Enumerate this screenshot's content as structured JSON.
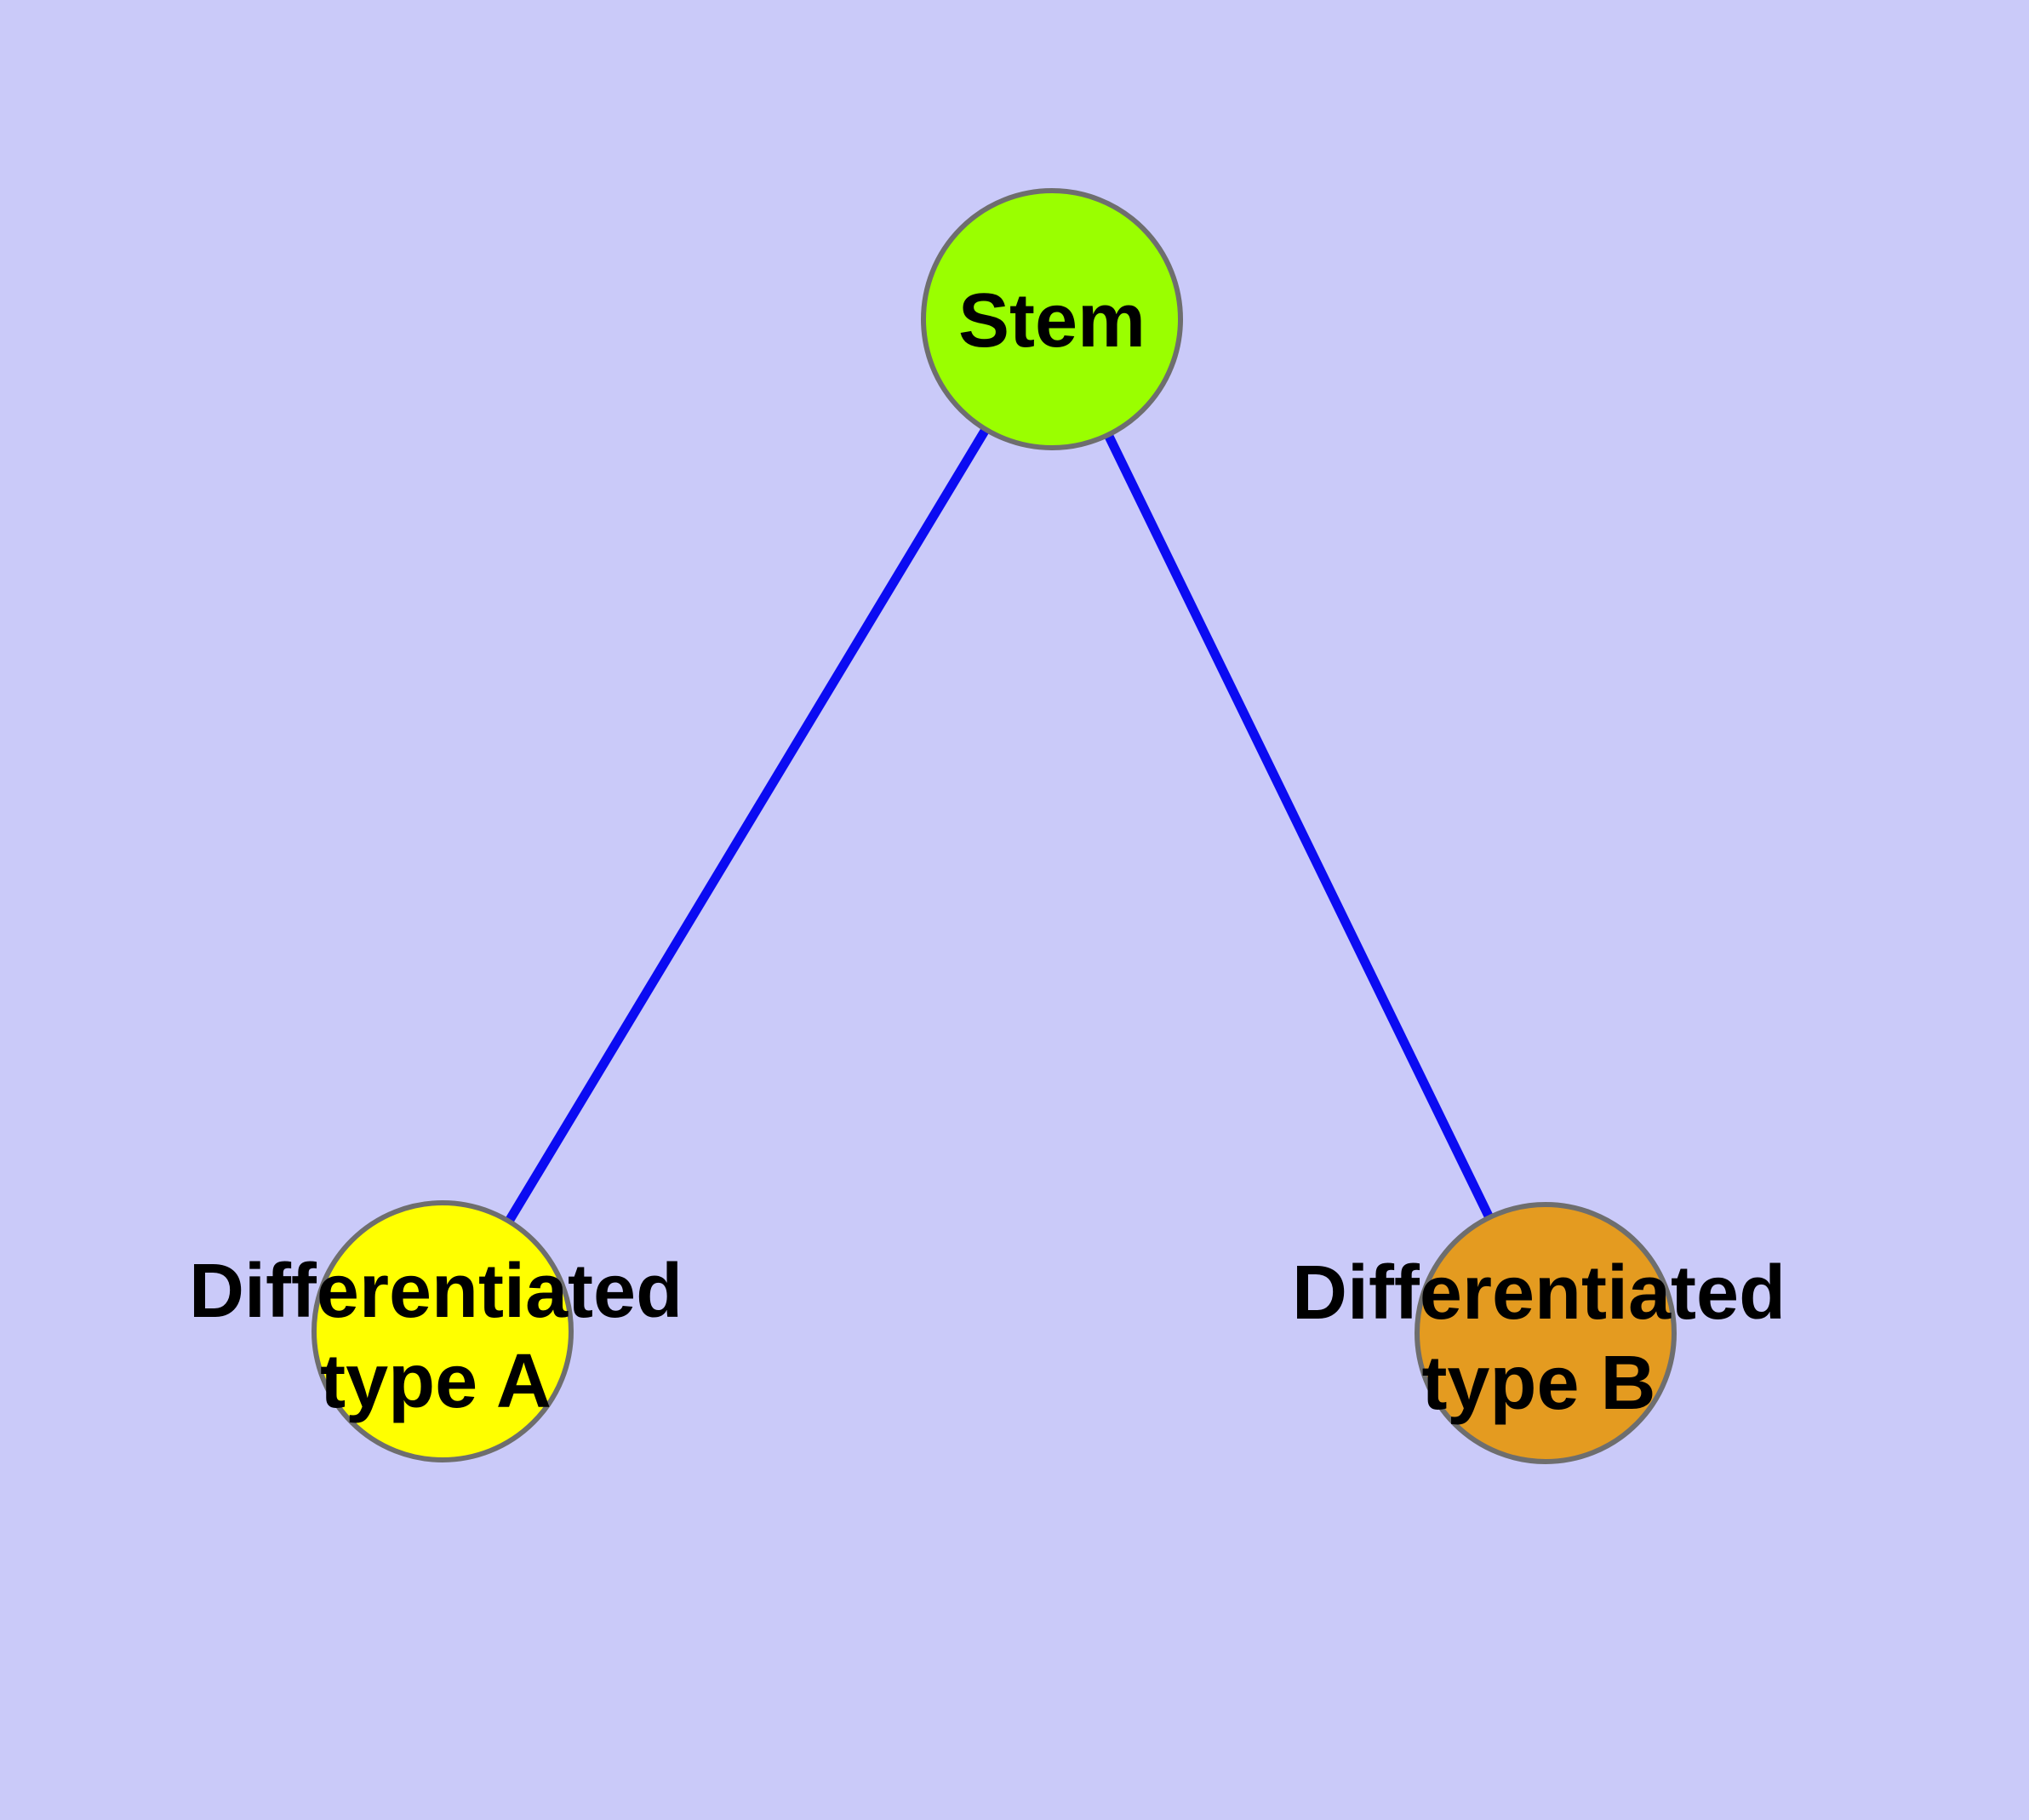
{
  "diagram": {
    "background_color": "#cacaf9",
    "text_color": "#000000",
    "node_border_color": "#6e6e6e",
    "edge_color": "#0b0bf2",
    "nodes": {
      "stem": {
        "label": "Stem",
        "color": "#9aff00"
      },
      "type_a": {
        "label": "Differentiated\ntype A",
        "color": "#ffff00"
      },
      "type_b": {
        "label": "Differentiated\ntype B",
        "color": "#e49b20"
      }
    },
    "edges": [
      {
        "from": "Stem",
        "to": "Differentiated type A"
      },
      {
        "from": "Stem",
        "to": "Differentiated type B"
      }
    ]
  }
}
